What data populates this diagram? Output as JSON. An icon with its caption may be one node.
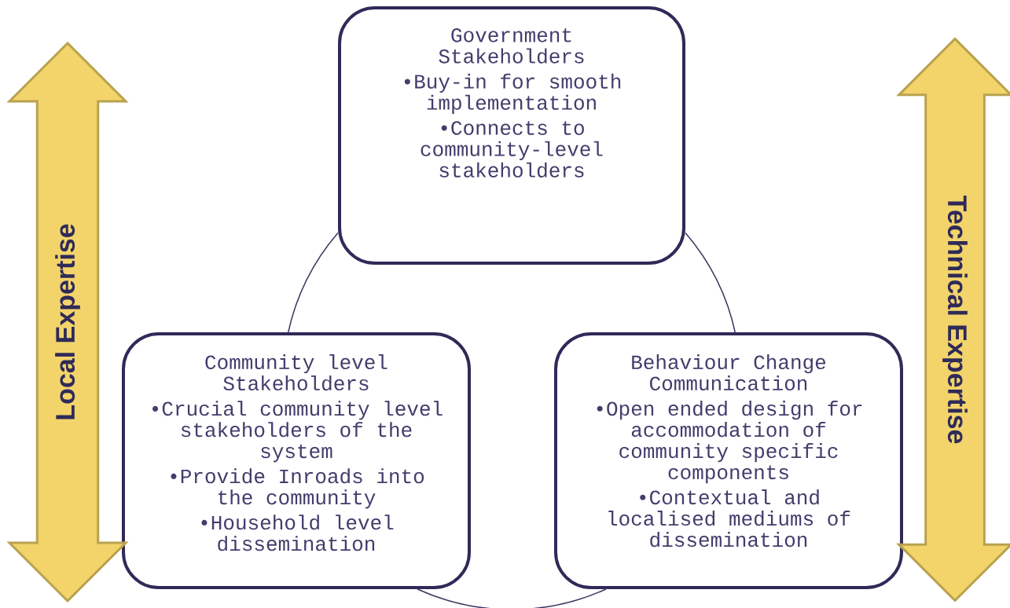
{
  "diagram": {
    "nodes": [
      {
        "text": [
          "Government Stakeholders",
          "•Buy-in for smooth implementation",
          "•Connects to community-level stakeholders"
        ]
      },
      {
        "text": [
          "Community level Stakeholders",
          "•Crucial community level stakeholders of the system",
          "•Provide Inroads into the community",
          "•Household level dissemination"
        ]
      },
      {
        "text": [
          "Behaviour Change Communication",
          "•Open ended design for accommodation of community specific components",
          "•Contextual and localised mediums of dissemination"
        ]
      },
      {
        "text": [
          "Local Expertise"
        ]
      },
      {
        "text": [
          "Technical Expertise"
        ]
      }
    ],
    "edges": [
      {
        "from": 0,
        "to": 1,
        "arrow": "none"
      },
      {
        "from": 0,
        "to": 2,
        "arrow": "none"
      },
      {
        "from": 1,
        "to": 2,
        "arrow": "none"
      }
    ]
  }
}
